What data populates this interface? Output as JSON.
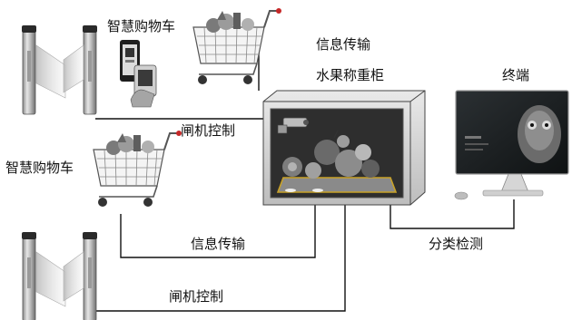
{
  "labels": {
    "cart_top": "智慧购物车",
    "info_top": "信息传输",
    "fruit_scale": "水果称重柜",
    "terminal": "终端",
    "gate_ctrl_top": "闸机控制",
    "cart_left": "智慧购物车",
    "info_bottom": "信息传输",
    "classify": "分类检测",
    "gate_ctrl_bottom": "闸机控制"
  },
  "colors": {
    "ink": "#111111",
    "cabinet_frame": "#d8d8d8",
    "cabinet_glass": "#2e2e2e",
    "screen": "#1f2427"
  },
  "icons": [
    "gate-turnstile-icon",
    "shopping-cart-icon",
    "phone-scan-icon",
    "fruit-icon",
    "camera-icon",
    "desktop-monitor-icon"
  ]
}
